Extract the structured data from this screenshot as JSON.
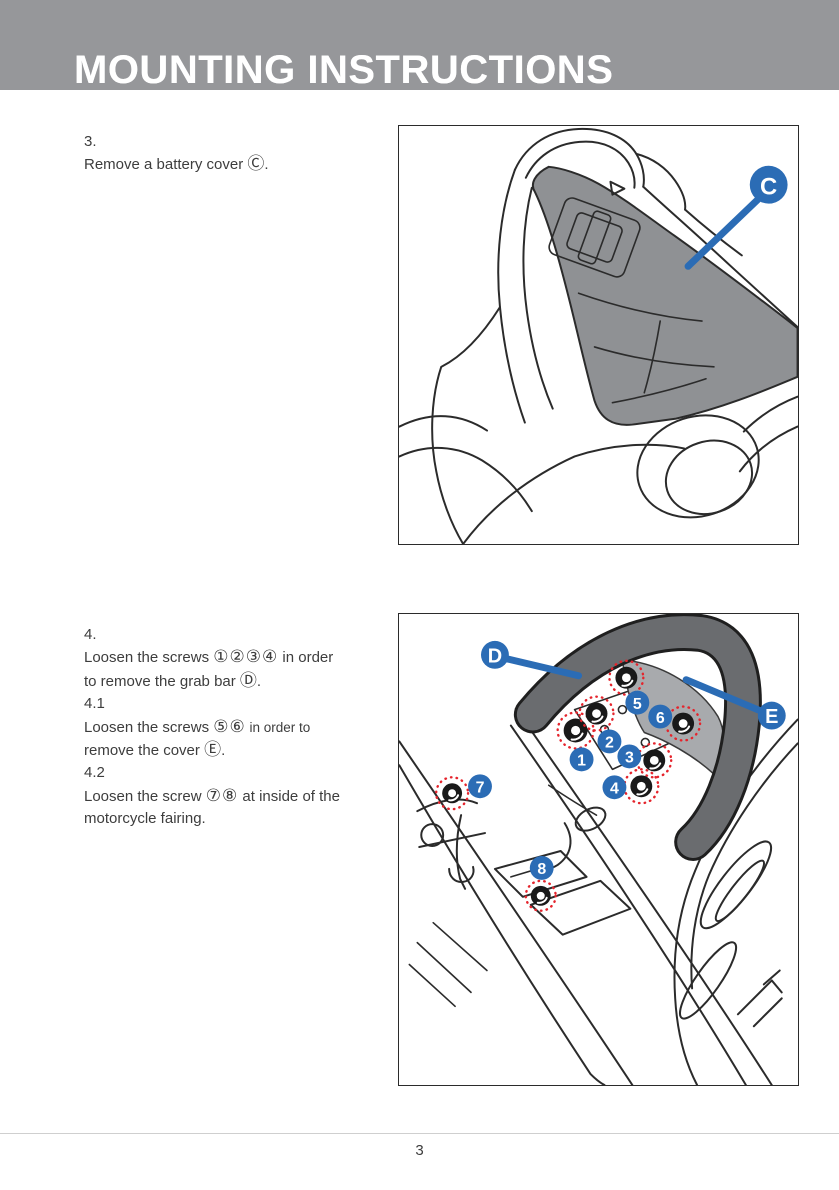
{
  "header": {
    "title": "MOUNTING INSTRUCTIONS"
  },
  "step3": {
    "number": "3.",
    "text_before": "Remove a battery cover ",
    "callout": "Ⓒ",
    "text_after": "."
  },
  "step4": {
    "number": "4.",
    "line1_before": "Loosen the screws ",
    "line1_screws": "①②③④",
    "line1_after": " in order",
    "line2_before": "to remove the grab bar ",
    "line2_callout": "Ⓓ",
    "line2_after": ".",
    "sub1_number": "4.1",
    "sub1_line1_before": "Loosen the screws ",
    "sub1_screws": "⑤⑥",
    "sub1_line1_after": " in order to",
    "sub1_line2_before": "remove the cover ",
    "sub1_callout": "Ⓔ",
    "sub1_line2_after": ".",
    "sub2_number": "4.2",
    "sub2_line1_before": "Loosen the screw ",
    "sub2_screws": "⑦⑧",
    "sub2_line1_after": " at inside of the",
    "sub2_line2": "motorcycle fairing."
  },
  "figure1": {
    "callout_c": "C"
  },
  "figure2": {
    "callout_d": "D",
    "callout_e": "E",
    "screws": [
      "1",
      "2",
      "3",
      "4",
      "5",
      "6",
      "7",
      "8"
    ]
  },
  "footer": {
    "page_number": "3"
  },
  "colors": {
    "accent_blue": "#2B6CB5",
    "screw_highlight_red": "#E5242C",
    "header_gray": "#96979A",
    "grab_bar_gray": "#6A6C6F",
    "battery_cover_gray": "#8F9194",
    "cover_gray": "#A8AAAD"
  }
}
